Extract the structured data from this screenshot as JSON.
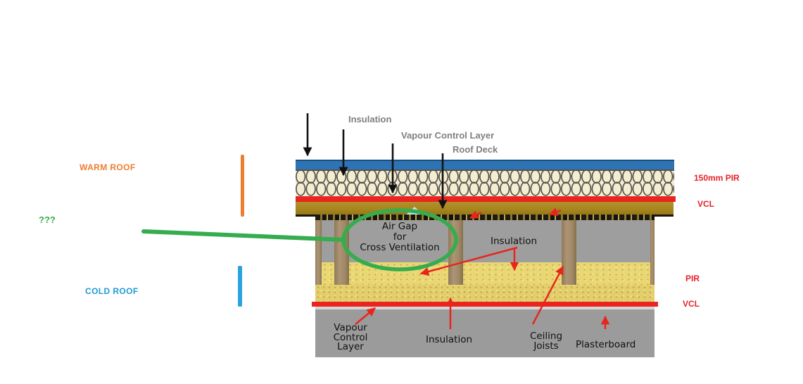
{
  "left_annotations": {
    "warm_roof": "WARM ROOF",
    "unknown": "???",
    "cold_roof": "COLD ROOF"
  },
  "warm_roof_diagram": {
    "label_insulation": "Insulation",
    "label_vcl": "Vapour Control Layer",
    "label_roof_deck": "Roof Deck",
    "right_label_pir": "150mm PIR",
    "right_label_vcl": "VCL"
  },
  "cold_roof_diagram": {
    "air_gap_note": "Air Gap\nfor\nCross Ventilation",
    "label_insulation_mid": "Insulation",
    "label_vcl": "Vapour\nControl\nLayer",
    "label_insulation_bottom": "Insulation",
    "label_ceiling_joists": "Ceiling\nJoists",
    "label_plasterboard": "Plasterboard",
    "right_label_pir": "PIR",
    "right_label_vcl": "VCL"
  },
  "colors": {
    "warm_accent": "#ED7D31",
    "cold_accent": "#29A3DC",
    "annotation_green": "#35AC4E",
    "annotation_red": "#E8251D",
    "vcl_red": "#EA2420",
    "deck_brown": "#A8861E",
    "membrane_blue": "#2E73B4",
    "insulation_cream": "#F5EDD2",
    "insulation_yellow": "#E9D773",
    "structure_grey": "#9E9E9E"
  }
}
